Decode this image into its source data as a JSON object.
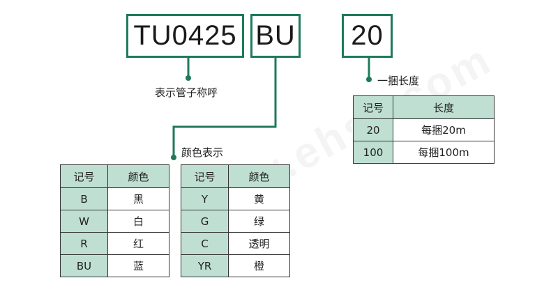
{
  "codes": {
    "series": "TU0425",
    "color": "BU",
    "length": "20"
  },
  "labels": {
    "series": "表示管子称呼",
    "color": "颜色表示",
    "length": "一捆长度"
  },
  "watermark": "www.ehsy.com",
  "length_table": {
    "headers": [
      "记号",
      "长度"
    ],
    "rows": [
      [
        "20",
        "每捆20m"
      ],
      [
        "100",
        "每捆100m"
      ]
    ]
  },
  "color_table_left": {
    "headers": [
      "记号",
      "颜色"
    ],
    "rows": [
      [
        "B",
        "黑"
      ],
      [
        "W",
        "白"
      ],
      [
        "R",
        "红"
      ],
      [
        "BU",
        "蓝"
      ]
    ]
  },
  "color_table_right": {
    "headers": [
      "记号",
      "颜色"
    ],
    "rows": [
      [
        "Y",
        "黄"
      ],
      [
        "G",
        "绿"
      ],
      [
        "C",
        "透明"
      ],
      [
        "YR",
        "橙"
      ]
    ]
  },
  "colors": {
    "accent": "#1f7a5a",
    "header_fill": "#bfdfd2"
  }
}
